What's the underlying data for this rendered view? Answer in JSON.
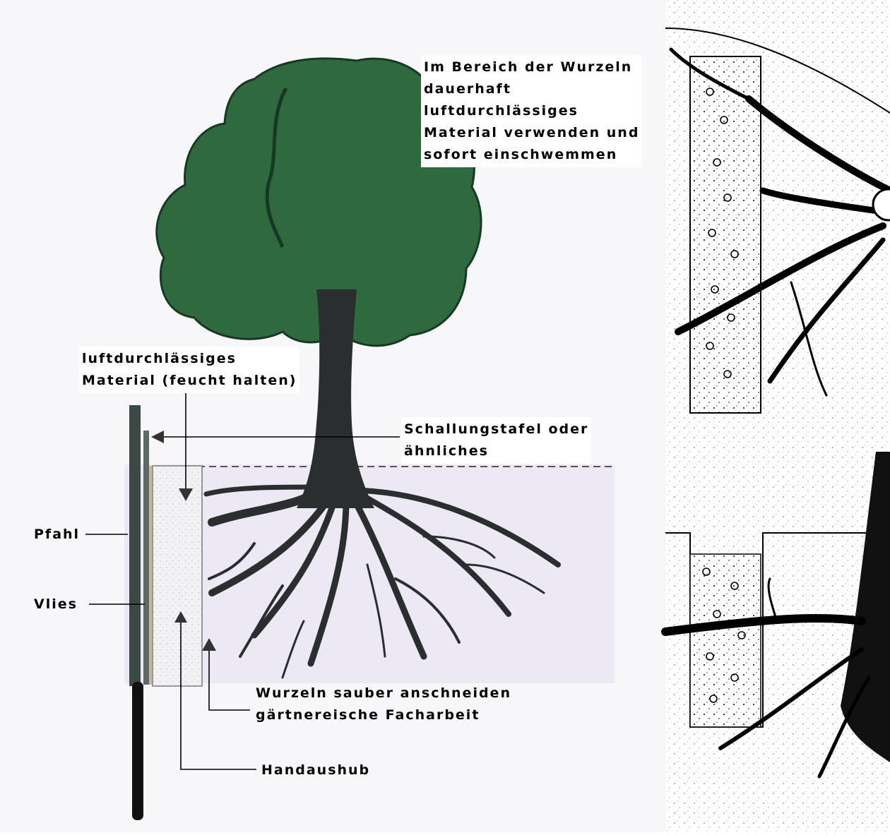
{
  "labels": {
    "crown_note": [
      "Im Bereich der Wurzeln",
      "dauerhaft",
      "luftdurchlässiges",
      "Material verwenden und",
      "sofort einschwemmen"
    ],
    "material_note": [
      "luftdurchlässiges",
      "Material (feucht halten)"
    ],
    "panel_note": [
      "Schallungstafel oder",
      "ähnliches"
    ],
    "pfahl": "Pfahl",
    "vlies": "Vlies",
    "roots_note": [
      "Wurzeln sauber anschneiden",
      "gärtnereische Facharbeit"
    ],
    "handaushub": "Handaushub"
  },
  "colors": {
    "crown": "#2f6a3e",
    "crown_dark": "#173823",
    "trunk": "#2a2e2e",
    "soil": "#ece8f4",
    "pit": "#f2f1f4",
    "ink": "#000000"
  },
  "icons": {
    "arrow": "triangle-arrow-icon",
    "tree": "deciduous-tree-icon",
    "root_sketch": "root-cross-section-icon"
  }
}
